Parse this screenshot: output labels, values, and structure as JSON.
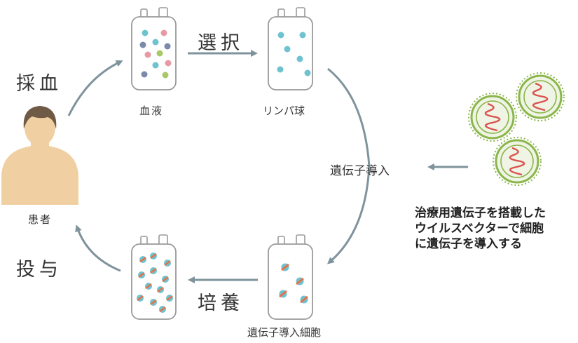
{
  "labels": {
    "blood_collection": "採血",
    "blood": "血液",
    "selection": "選択",
    "lymphocyte": "リンパ球",
    "gene_transfer": "遺伝子導入",
    "culture": "培養",
    "transduced_cells": "遺伝子導入細胞",
    "administration": "投与",
    "patient": "患者"
  },
  "note_lines": [
    "治療用遺伝子を搭載した",
    "ウイルスベクターで細胞",
    "に遺伝子を導入する"
  ],
  "colors": {
    "arrow": "#7f939c",
    "bag_outline": "#9a9a9a",
    "teal": "#6fc2cf",
    "pink": "#e79aa6",
    "slate": "#7c8aaa",
    "green": "#a9c867",
    "orange": "#e1734b",
    "skin": "#f0d0a3",
    "hair": "#6f5a45",
    "virus_green": "#8ab64b",
    "virus_fill": "#f0f4e4",
    "rna": "#d9534f"
  },
  "icons": [
    "blood-bag-icon",
    "lymphocyte-bag-icon",
    "transduced-cells-bag-icon",
    "cultured-cells-bag-icon",
    "patient-icon",
    "virus-vector-icon"
  ]
}
